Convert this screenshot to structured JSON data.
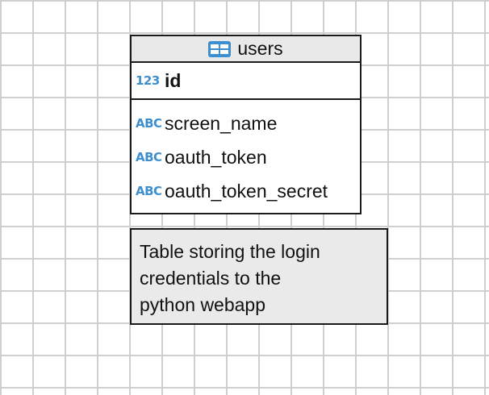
{
  "entity": {
    "title": "users",
    "icon": "table-icon",
    "accent_color": "#3d8fcf",
    "primary_key": {
      "type_badge": "123",
      "name": "id"
    },
    "fields": [
      {
        "type_badge": "ABC",
        "name": "screen_name"
      },
      {
        "type_badge": "ABC",
        "name": "oauth_token"
      },
      {
        "type_badge": "ABC",
        "name": "oauth_token_secret"
      }
    ]
  },
  "note": {
    "text": "Table storing the login\ncredentials to the\npython webapp"
  }
}
